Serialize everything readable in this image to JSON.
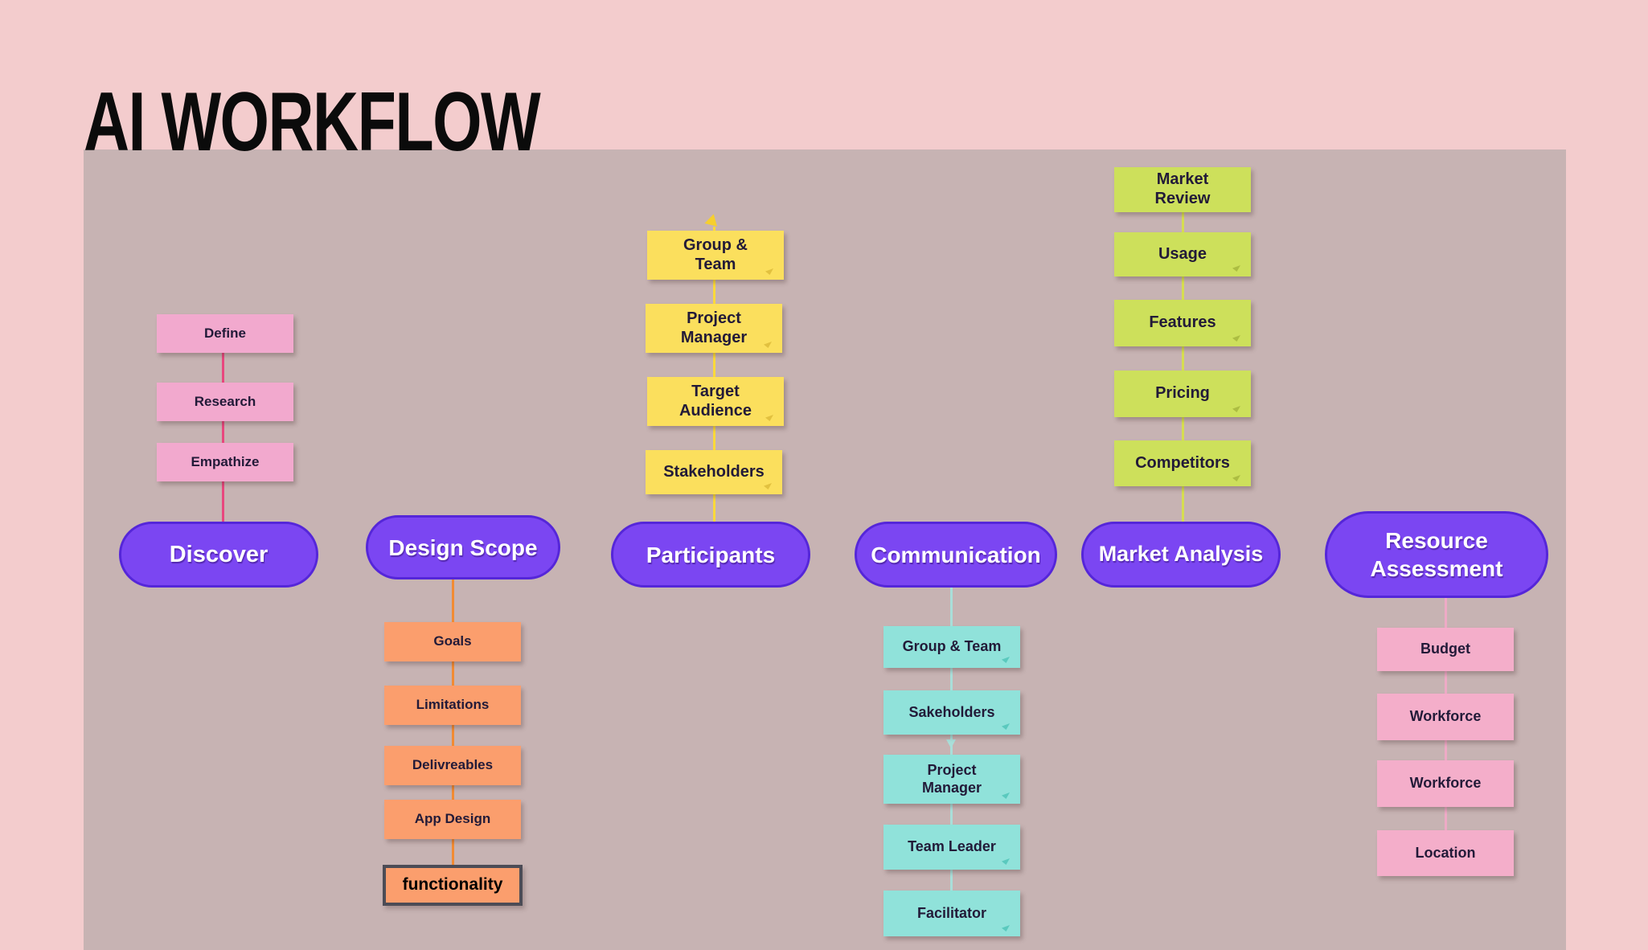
{
  "title": "AI WORKFLOW",
  "colors": {
    "page_bg": "#f3cccd",
    "canvas_bg": "#c7b3b3",
    "pill_fill": "#7b46f2",
    "pill_border": "#5526d9",
    "pill_text": "#ffffff",
    "note_text": "#221a38",
    "pink_note": "#f2a9ce",
    "pink_connector": "#e8477e",
    "orange_note": "#fb9e6d",
    "orange_connector": "#f28b33",
    "yellow_note": "#fbdf5d",
    "yellow_connector": "#fbd93a",
    "teal_note": "#90e2da",
    "teal_connector": "#a9ded9",
    "green_note": "#cde05b",
    "green_connector": "#d6dd51",
    "rose_note": "#f4aeca",
    "rose_connector": "#eeaac6",
    "functionality_border": "#4c4c56"
  },
  "pills": {
    "discover": "Discover",
    "design_scope": "Design Scope",
    "participants": "Participants",
    "communication": "Communication",
    "market_analysis": "Market Analysis",
    "resource_assessment": "Resource\nAssessment"
  },
  "discover_notes": [
    "Define",
    "Research",
    "Empathize"
  ],
  "design_scope_notes": [
    "Goals",
    "Limitations",
    "Delivreables",
    "App Design",
    "functionality"
  ],
  "participants_notes": [
    "Group &\nTeam",
    "Project\nManager",
    "Target\nAudience",
    "Stakeholders"
  ],
  "communication_notes": [
    "Group & Team",
    "Sakeholders",
    "Project\nManager",
    "Team Leader",
    "Facilitator"
  ],
  "market_analysis_notes": [
    "Market\nReview",
    "Usage",
    "Features",
    "Pricing",
    "Competitors"
  ],
  "resource_assessment_notes": [
    "Budget",
    "Workforce",
    "Workforce",
    "Location"
  ],
  "icons": {
    "corner_glyph": "cursor-triangle-icon",
    "yellow_connector_end": "up-arrowhead-icon",
    "teal_connector_mid": "down-arrowhead-icon"
  }
}
